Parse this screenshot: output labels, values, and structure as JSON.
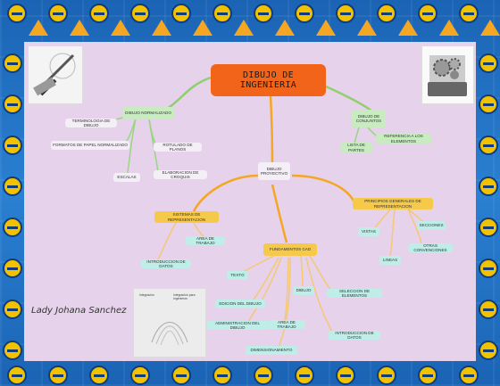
{
  "title": "DIBUJO DE INGENIERIA",
  "author": "Lady Johana Sanchez",
  "book": {
    "publisher": "Integración",
    "title": "Integración para Ingenieros"
  },
  "nodes": {
    "dibujo_normalizado": "DIBUJO NORMALIZADO",
    "terminologia": "TERMINOLOGIA DE DIBUJO",
    "formatos_papel": "FORMATOS DE PAPEL NORMALIZADO",
    "rotulado_planos": "ROTULADO DE PLANOS",
    "escalas": "ESCALAS",
    "elaboracion_croquis": "ELABORACION DE CROQUIS",
    "dibujo_conjuntos": "DIBUJO DE CONJUNTOS",
    "referencia_elementos": "REFERENCIA A LOS ELEMENTOS",
    "lista_partes": "LISTA DE PARTES",
    "dibujo_proyectivo": "DIBUJO PROYECTIVO",
    "sistemas_representacion": "SISTEMAS DE REPRESENTACION",
    "area_trabajo_1": "AREA DE TRABAJO",
    "introduccion_datos_1": "INTRODUCCION DE DATOS",
    "principios_generales": "PRINCIPIOS GENERALES DE REPRESENTACION",
    "vistas": "VISTAS",
    "secciones": "SECCIONES",
    "otras_convenciones": "OTRAS CONVENCIONES",
    "lineas": "LINEAS",
    "fundamentos_cad": "FUNDAMENTOS CAD",
    "texto": "TEXTO",
    "dibujo": "DIBUJO",
    "seleccion_elementos": "SELECCION DE ELEMENTOS",
    "edicion_dibujo": "EDICION DEL DIBUJO",
    "administracion_dibujo": "ADMINISTRACION DEL DIBUJO",
    "area_trabajo_2": "AREA DE TRABAJO",
    "introduccion_datos_2": "INTRODUCCION DE DATOS",
    "dimensionamiento": "DIMENSIONAMIENTO"
  },
  "colors": {
    "canvas": "#e6d2eb",
    "central": "#f26419",
    "branch_green": "#9bd57a",
    "branch_orange": "#f5a623",
    "leaf_teal": "#bfeee8",
    "border": "#1f6fc0"
  }
}
